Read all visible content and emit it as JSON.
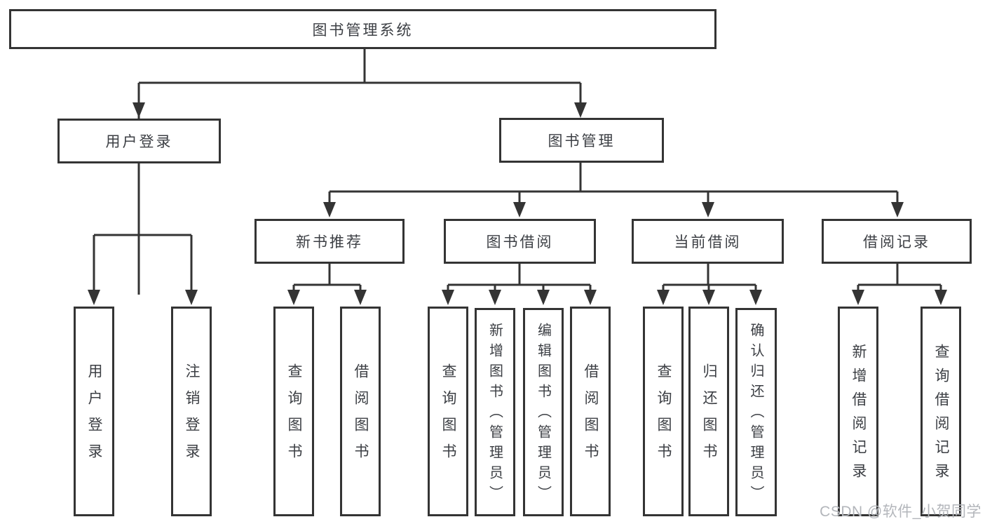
{
  "diagram": {
    "title": "图书管理系统",
    "level2": [
      {
        "label": "用户登录"
      },
      {
        "label": "图书管理"
      }
    ],
    "level3": [
      {
        "label": "新书推荐",
        "parent": "图书管理"
      },
      {
        "label": "图书借阅",
        "parent": "图书管理"
      },
      {
        "label": "当前借阅",
        "parent": "图书管理"
      },
      {
        "label": "借阅记录",
        "parent": "图书管理"
      }
    ],
    "leaves": [
      {
        "label": "用户登录",
        "parent": "用户登录"
      },
      {
        "label": "注销登录",
        "parent": "用户登录"
      },
      {
        "label": "查询图书",
        "parent": "新书推荐"
      },
      {
        "label": "借阅图书",
        "parent": "新书推荐"
      },
      {
        "label": "查询图书",
        "parent": "图书借阅"
      },
      {
        "label": "新增图书（管理员）",
        "parent": "图书借阅"
      },
      {
        "label": "编辑图书（管理员）",
        "parent": "图书借阅"
      },
      {
        "label": "借阅图书",
        "parent": "图书借阅"
      },
      {
        "label": "查询图书",
        "parent": "当前借阅"
      },
      {
        "label": "归还图书",
        "parent": "当前借阅"
      },
      {
        "label": "确认归还（管理员）",
        "parent": "当前借阅"
      },
      {
        "label": "新增借阅记录",
        "parent": "借阅记录"
      },
      {
        "label": "查询借阅记录",
        "parent": "借阅记录"
      }
    ],
    "watermark": "CSDN @软件_小贺同学",
    "colors": {
      "line": "#343434",
      "text": "#3c3f44",
      "watermark": "#b3b6bb",
      "background": "#ffffff"
    }
  }
}
